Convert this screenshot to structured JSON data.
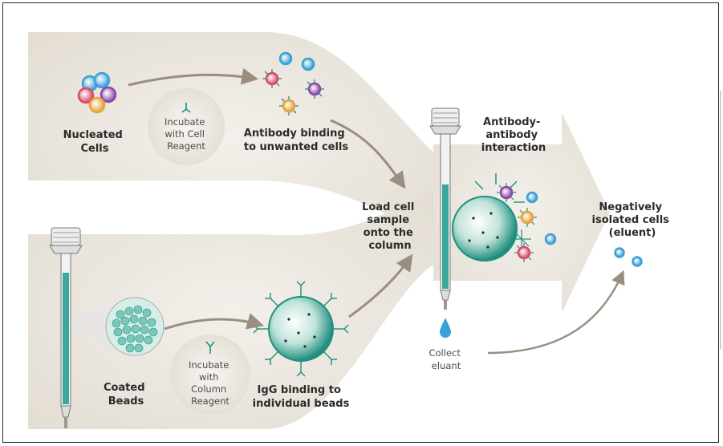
{
  "labels": {
    "nucleated_cells": [
      "Nucleated",
      "Cells"
    ],
    "incubate_cell_reagent": [
      "Incubate",
      "with Cell",
      "Reagent"
    ],
    "antibody_binding": [
      "Antibody binding",
      "to unwanted cells"
    ],
    "load_cell_sample": [
      "Load cell",
      "sample",
      "onto the",
      "column"
    ],
    "antibody_interaction": [
      "Antibody-",
      "antibody",
      "interaction"
    ],
    "negatively_isolated": [
      "Negatively",
      "isolated cells",
      "(eluent)"
    ],
    "collect_eluant": [
      "Collect",
      "eluant"
    ],
    "coated_beads": [
      "Coated",
      "Beads"
    ],
    "incubate_column_reagent": [
      "Incubate",
      "with",
      "Column",
      "Reagent"
    ],
    "igg_binding": [
      "IgG binding to",
      "individual beads"
    ]
  },
  "colors": {
    "flow_band": "#e9e4dc",
    "arrow": "#9b8d80",
    "bead_teal": "#1f8f7e",
    "cell_blue": "#3aa0d8",
    "cell_red": "#d94a6a",
    "cell_purple": "#8a4aa8",
    "cell_orange": "#e6a23a",
    "column_fill": "#3aa89a"
  }
}
